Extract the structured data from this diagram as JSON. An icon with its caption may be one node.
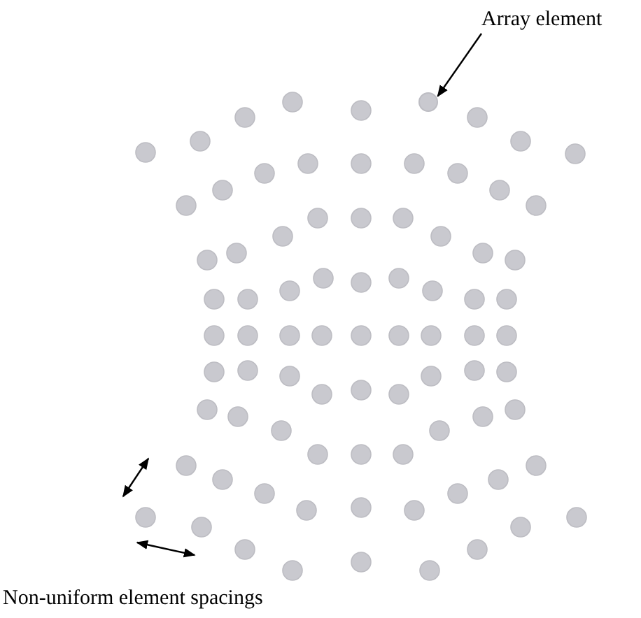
{
  "diagram": {
    "nodes": [
      {
        "text": [
          "Array element"
        ]
      },
      {
        "text": [],
        "shape": "circle"
      }
    ],
    "edges": [
      {
        "from": 0,
        "to": 1,
        "arrow": "to"
      }
    ],
    "labels": [
      "Non-uniform element spacings"
    ]
  }
}
